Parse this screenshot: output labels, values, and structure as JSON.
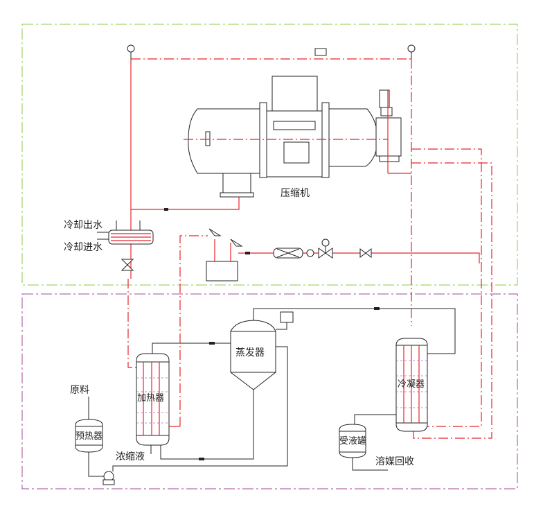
{
  "diagram": {
    "equipment": {
      "compressor": "压缩机",
      "cooling_water_out": "冷却出水",
      "cooling_water_in": "冷却进水",
      "evaporator": "蒸发器",
      "heater": "加热器",
      "raw_material": "原料",
      "preheater": "预热器",
      "concentrate": "浓缩液",
      "condenser": "冷凝器",
      "receiver_tank": "受液罐",
      "solvent_recovery": "溶媒回收"
    },
    "colors": {
      "refrigerant_line": "#e8232a",
      "process_line": "#222222",
      "refrigeration_unit_boundary": "#8cc84b",
      "process_unit_boundary": "#a0489a"
    }
  }
}
